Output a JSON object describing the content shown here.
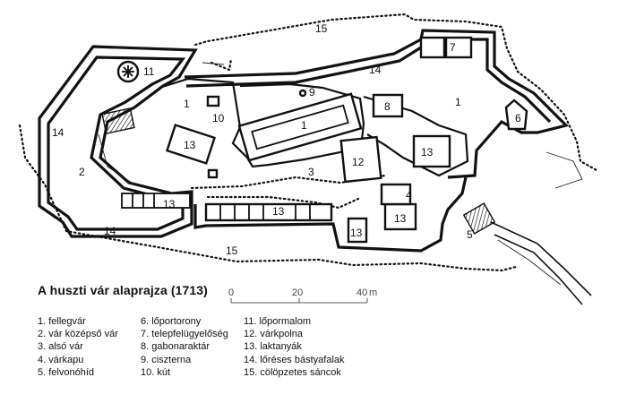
{
  "title": "A huszti vár alaprajza (1713)",
  "scale": {
    "ticks": [
      "0",
      "20",
      "40"
    ],
    "unit": "m"
  },
  "legend": [
    [
      "1. fellegvár",
      "2. vár középső vár",
      "3. alsó vár",
      "4. várkapu",
      "5. felvonóhíd"
    ],
    [
      "6. lőportorony",
      "7. telepfelügyelőség",
      "8. gabonaraktár",
      "9. ciszterna",
      "10. kút"
    ],
    [
      "11. lőpormalom",
      "12. várkpolna",
      "13. laktanyák",
      "14. lőréses bástyafalak",
      "15. cölöpzetes sáncok"
    ]
  ],
  "map_labels": {
    "n1a": "1",
    "n1b": "1",
    "n1c": "1",
    "n2": "2",
    "n3": "3",
    "n4": "4",
    "n5": "5",
    "n6": "6",
    "n7": "7",
    "n8": "8",
    "n9": "9",
    "n10": "10",
    "n11": "11",
    "n12": "12",
    "n13a": "13",
    "n13b": "13",
    "n13c": "13",
    "n13d": "13",
    "n13e": "13",
    "n13f": "13",
    "n14a": "14",
    "n14b": "14",
    "n14c": "14",
    "n15a": "15",
    "n15b": "15"
  }
}
